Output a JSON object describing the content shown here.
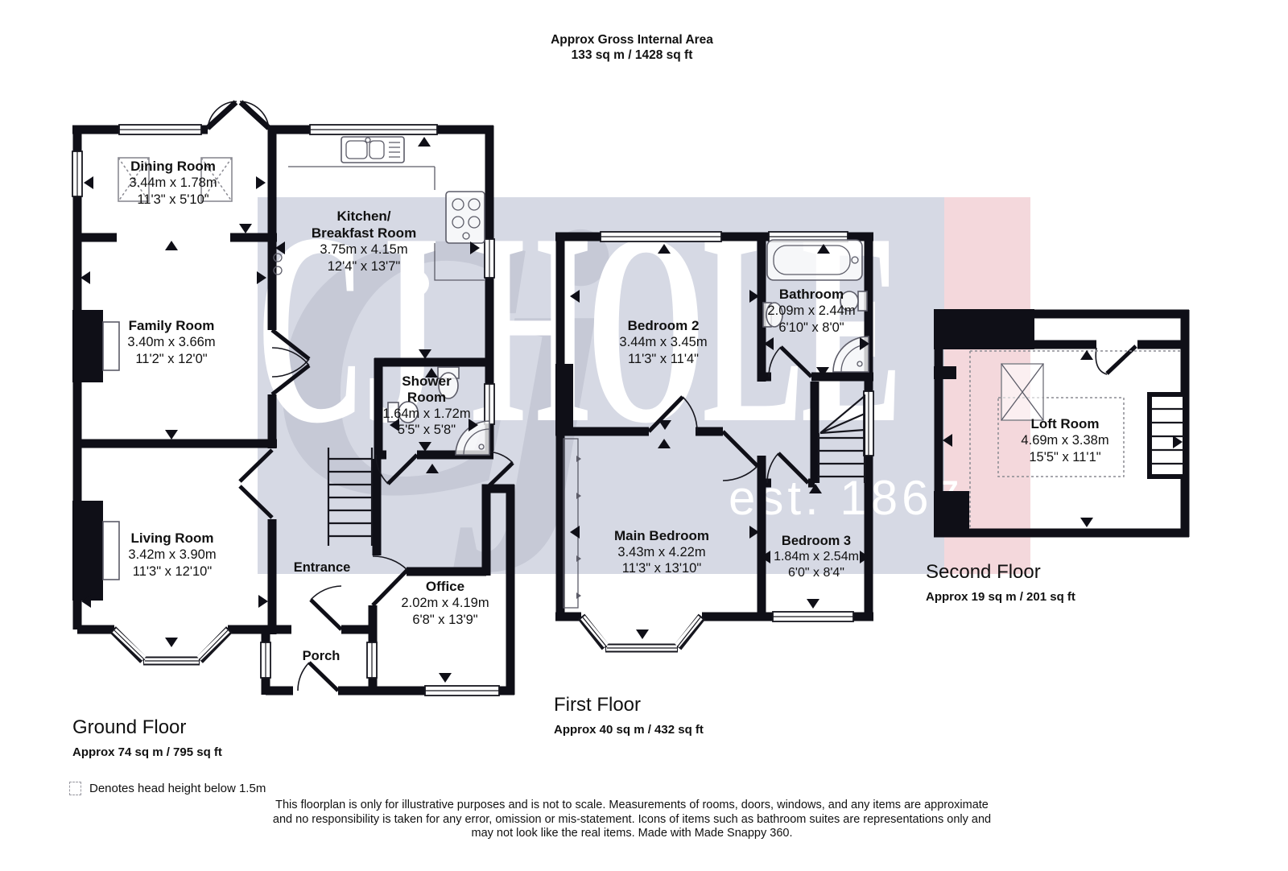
{
  "colors": {
    "band": "#d6d9e4",
    "band-pink": "#f4d8dc",
    "wall": "#0f0f17"
  },
  "header": {
    "title": "Approx Gross Internal Area",
    "area_total": "133 sq m / 1428 sq ft"
  },
  "watermark": {
    "monogram": "Cj",
    "brand": "CJ HOLE",
    "est": "est. 1867"
  },
  "rooms": [
    {
      "name": "Dining Room",
      "metric": "3.44m x 1.78m",
      "imperial": "11'3\" x 5'10\""
    },
    {
      "name": "Kitchen/\nBreakfast Room",
      "metric": "3.75m x 4.15m",
      "imperial": "12'4\" x 13'7\""
    },
    {
      "name": "Family Room",
      "metric": "3.40m x 3.66m",
      "imperial": "11'2\" x 12'0\""
    },
    {
      "name": "Shower\nRoom",
      "metric": "1.64m x 1.72m",
      "imperial": "5'5\" x 5'8\""
    },
    {
      "name": "Living Room",
      "metric": "3.42m x 3.90m",
      "imperial": "11'3\" x 12'10\""
    },
    {
      "name": "Entrance"
    },
    {
      "name": "Office",
      "metric": "2.02m x 4.19m",
      "imperial": "6'8\" x 13'9\""
    },
    {
      "name": "Porch"
    },
    {
      "name": "Bedroom 2",
      "metric": "3.44m x 3.45m",
      "imperial": "11'3\" x 11'4\""
    },
    {
      "name": "Bathroom",
      "metric": "2.09m x 2.44m",
      "imperial": "6'10\" x 8'0\""
    },
    {
      "name": "Main Bedroom",
      "metric": "3.43m x 4.22m",
      "imperial": "11'3\" x 13'10\""
    },
    {
      "name": "Bedroom 3",
      "metric": "1.84m x 2.54m",
      "imperial": "6'0\" x 8'4\""
    },
    {
      "name": "Loft Room",
      "metric": "4.69m x 3.38m",
      "imperial": "15'5\" x 11'1\""
    }
  ],
  "floors": [
    {
      "label": "Ground Floor",
      "area": "Approx 74 sq m / 795 sq ft"
    },
    {
      "label": "First Floor",
      "area": "Approx 40 sq m / 432 sq ft"
    },
    {
      "label": "Second Floor",
      "area": "Approx 19 sq m / 201 sq ft"
    }
  ],
  "legend": {
    "text": "Denotes head height below 1.5m"
  },
  "disclaimer": [
    "This floorplan is only for illustrative purposes and is not to scale. Measurements of rooms, doors, windows, and any items are approximate",
    "and no responsibility is taken for any error, omission or mis-statement. Icons of items such as bathroom suites are representations only and",
    "may not look like the real items. Made with Made Snappy 360."
  ]
}
